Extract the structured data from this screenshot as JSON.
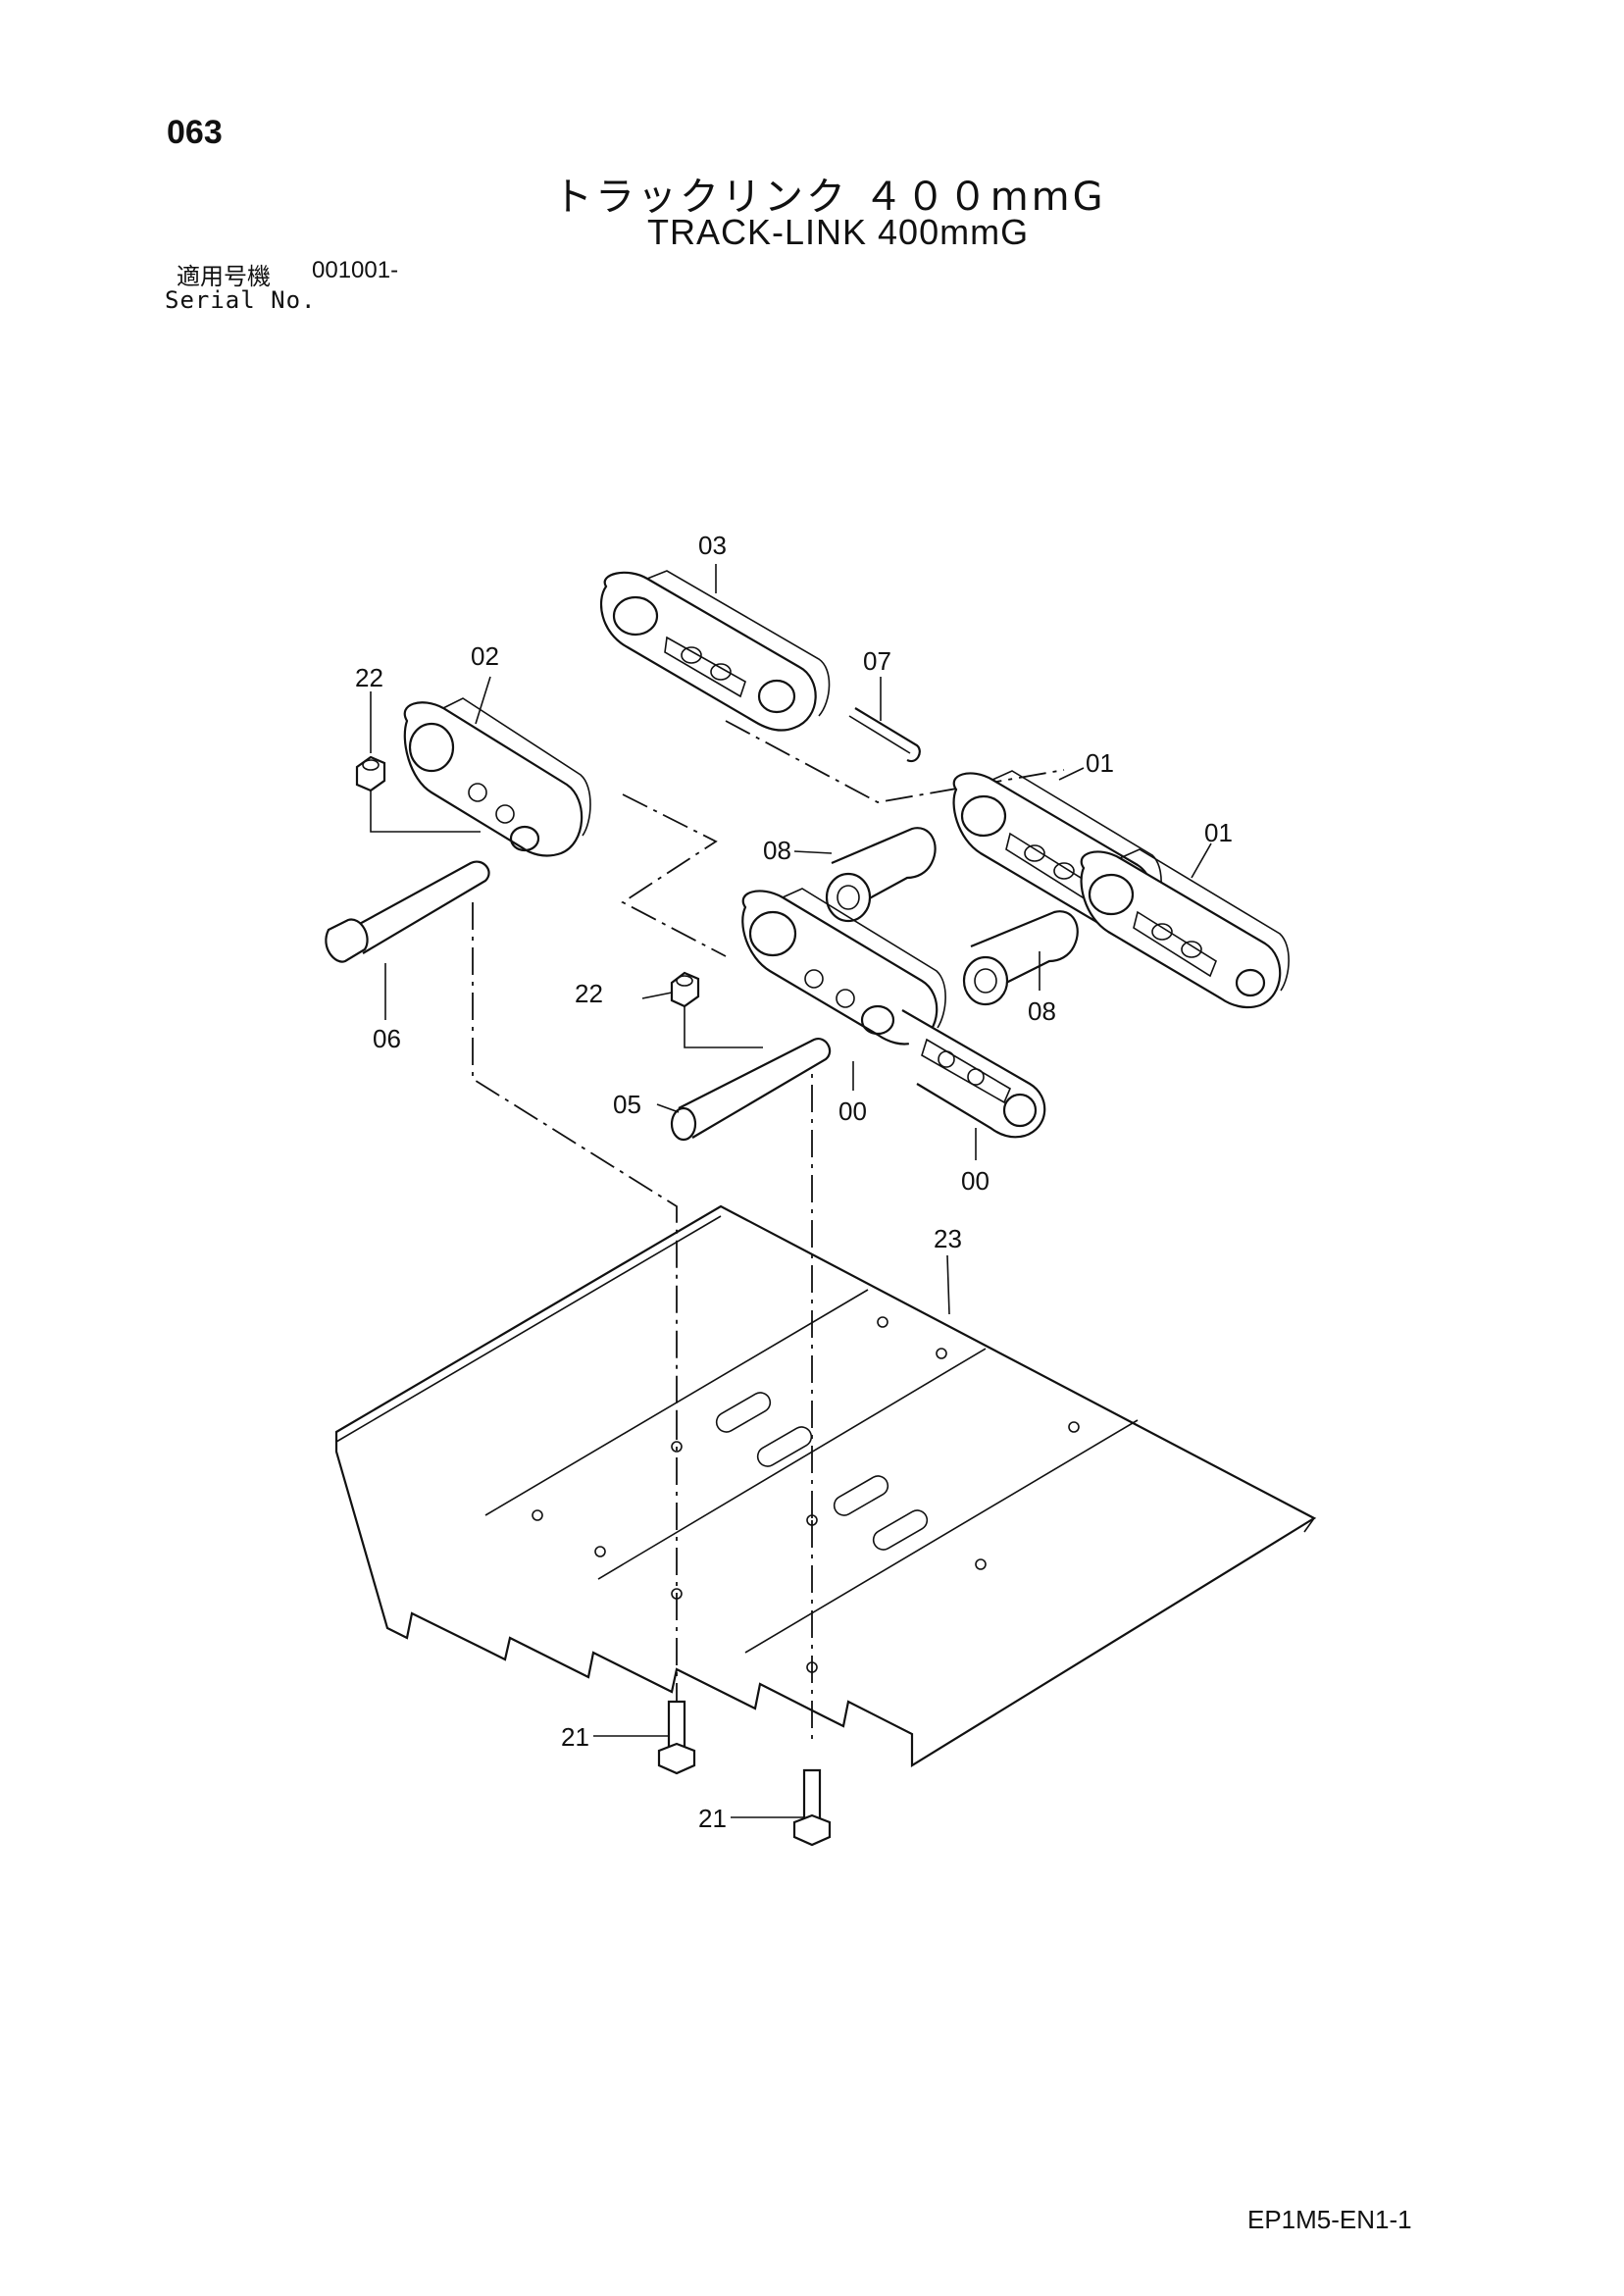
{
  "page": {
    "number": "063",
    "title_jp": "トラックリンク ４００mmG",
    "title_en": "TRACK-LINK 400mmG",
    "serial_label_jp": "適用号機",
    "serial_value": "001001-",
    "serial_label_en": "Serial No.",
    "doc_code": "EP1M5-EN1-1"
  },
  "labels": {
    "p03": "03",
    "p02": "02",
    "p22a": "22",
    "p07": "07",
    "p01a": "01",
    "p01b": "01",
    "p08a": "08",
    "p22b": "22",
    "p08b": "08",
    "p06": "06",
    "p05": "05",
    "p00a": "00",
    "p00b": "00",
    "p23": "23",
    "p21a": "21",
    "p21b": "21"
  }
}
